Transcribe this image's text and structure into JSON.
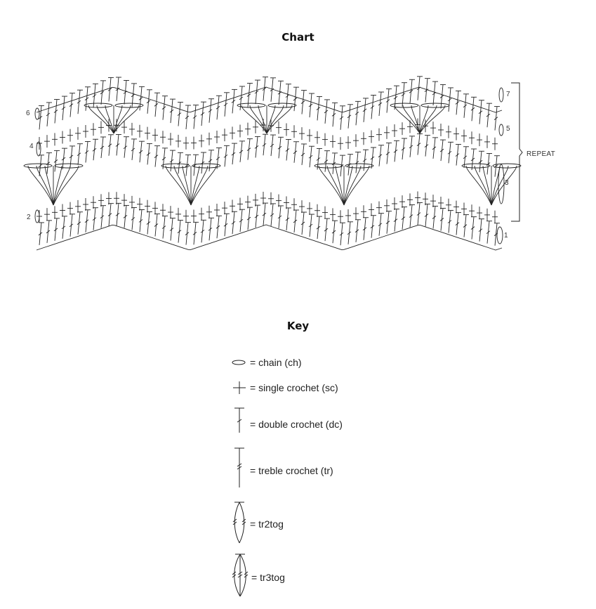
{
  "chart_title": "Chart",
  "key_title": "Key",
  "row_numbers": {
    "r1": "1",
    "r2": "2",
    "r3": "3",
    "r4": "4",
    "r5": "5",
    "r6": "6",
    "r7": "7"
  },
  "repeat_label": "REPEAT",
  "key": {
    "chain": "= chain (ch)",
    "sc": "= single crochet (sc)",
    "dc": "= double crochet (dc)",
    "tr": "= treble crochet (tr)",
    "tr2tog": "= tr2tog",
    "tr3tog": "= tr3tog"
  },
  "icons": {
    "chain": "chain-icon",
    "sc": "single-crochet-icon",
    "dc": "double-crochet-icon",
    "tr": "treble-crochet-icon",
    "tr2tog": "tr2tog-icon",
    "tr3tog": "tr3tog-icon"
  }
}
